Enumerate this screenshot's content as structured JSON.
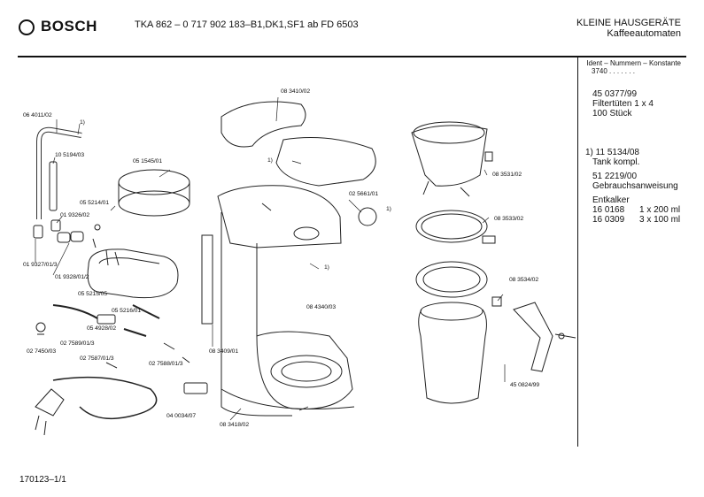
{
  "header": {
    "brand": "BOSCH",
    "model_line": "TKA 862 – 0 717 902 183–B1,DK1,SF1 ab FD 6503",
    "category_line1": "KLEINE HAUSGERÄTE",
    "category_line2": "Kaffeeautomaten"
  },
  "side_panel": {
    "ident_header": "Ident – Nummern – Konstante",
    "ident_number": "3740 . . . . . . .",
    "part1_number": "45 0377/99",
    "part1_desc1": "Filtertüten 1 x 4",
    "part1_desc2": "100 Stück",
    "part2_number": "1) 11 5134/08",
    "part2_desc": "Tank kompl.",
    "part3_number": "51 2219/00",
    "part3_desc": "Gebrauchsanweisung",
    "descaler_title": "Entkalker",
    "descaler_rows": [
      {
        "number": "16 0168",
        "qty": "1 x 200 ml"
      },
      {
        "number": "16 0309",
        "qty": "3 x 100 ml"
      }
    ]
  },
  "part_labels": [
    "06 4011/02",
    "1)",
    "10 5194/03",
    "01 9326/02",
    "01 9327/01/3",
    "01 9328/01/2",
    "05 1545/01",
    "05 5214/01",
    "05 5215/05",
    "05 5216/01",
    "05 4928/02",
    "02 7450/03",
    "02 7589/01/3",
    "02 7587/01/3",
    "02 7588/01/3",
    "04 0034/07",
    "08 3410/02",
    "1)",
    "02 5661/01",
    "1)",
    "1)",
    "08 3409/01",
    "08 4340/03",
    "08 3418/02",
    "08 3531/02",
    "08 3533/02",
    "08 3534/02",
    "45 0824/99"
  ],
  "footer": {
    "page_code": "170123–1/1"
  }
}
